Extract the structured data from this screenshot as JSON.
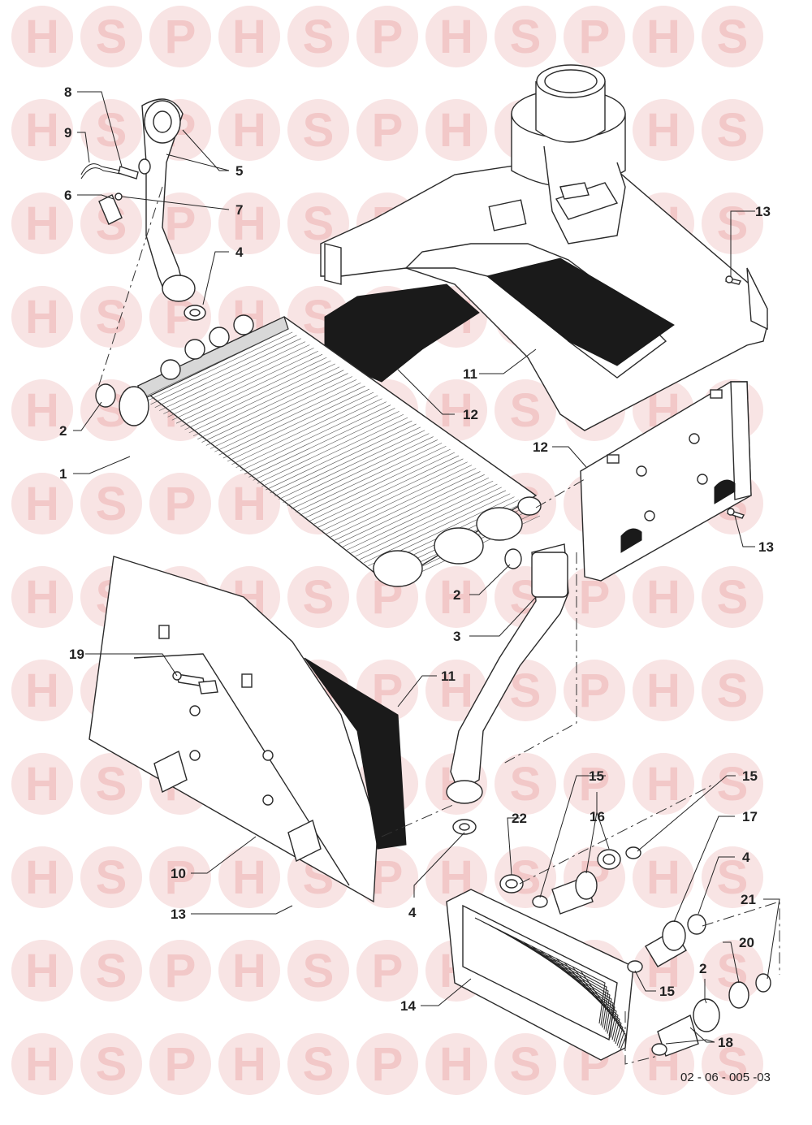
{
  "watermark": {
    "letters": [
      "H",
      "S",
      "P"
    ],
    "color": "#f2c8c8"
  },
  "diagram_ref": "02 - 06 - 005 -03",
  "callouts": [
    {
      "id": "c8",
      "label": "8"
    },
    {
      "id": "c9",
      "label": "9"
    },
    {
      "id": "c6",
      "label": "6"
    },
    {
      "id": "c5",
      "label": "5"
    },
    {
      "id": "c7",
      "label": "7"
    },
    {
      "id": "c4a",
      "label": "4"
    },
    {
      "id": "c2a",
      "label": "2"
    },
    {
      "id": "c1",
      "label": "1"
    },
    {
      "id": "c13a",
      "label": "13"
    },
    {
      "id": "c11a",
      "label": "11"
    },
    {
      "id": "c12a",
      "label": "12"
    },
    {
      "id": "c12b",
      "label": "12"
    },
    {
      "id": "c13b",
      "label": "13"
    },
    {
      "id": "c2b",
      "label": "2"
    },
    {
      "id": "c3",
      "label": "3"
    },
    {
      "id": "c19",
      "label": "19"
    },
    {
      "id": "c11b",
      "label": "11"
    },
    {
      "id": "c15a",
      "label": "15"
    },
    {
      "id": "c15b",
      "label": "15"
    },
    {
      "id": "c16",
      "label": "16"
    },
    {
      "id": "c22",
      "label": "22"
    },
    {
      "id": "c17",
      "label": "17"
    },
    {
      "id": "c4b",
      "label": "4"
    },
    {
      "id": "c10",
      "label": "10"
    },
    {
      "id": "c13c",
      "label": "13"
    },
    {
      "id": "c4c",
      "label": "4"
    },
    {
      "id": "c21",
      "label": "21"
    },
    {
      "id": "c20",
      "label": "20"
    },
    {
      "id": "c14",
      "label": "14"
    },
    {
      "id": "c15c",
      "label": "15"
    },
    {
      "id": "c2c",
      "label": "2"
    },
    {
      "id": "c18",
      "label": "18"
    }
  ]
}
